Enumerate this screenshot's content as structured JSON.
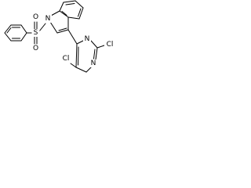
{
  "molecule": {
    "atoms": {
      "sulfur": "S",
      "oxygen_top": "O",
      "oxygen_bottom": "O",
      "indole_nitrogen": "N",
      "pyrimidine_nitrogen_top": "N",
      "pyrimidine_nitrogen_bottom": "N",
      "chlorine_left": "Cl",
      "chlorine_right": "Cl"
    }
  }
}
